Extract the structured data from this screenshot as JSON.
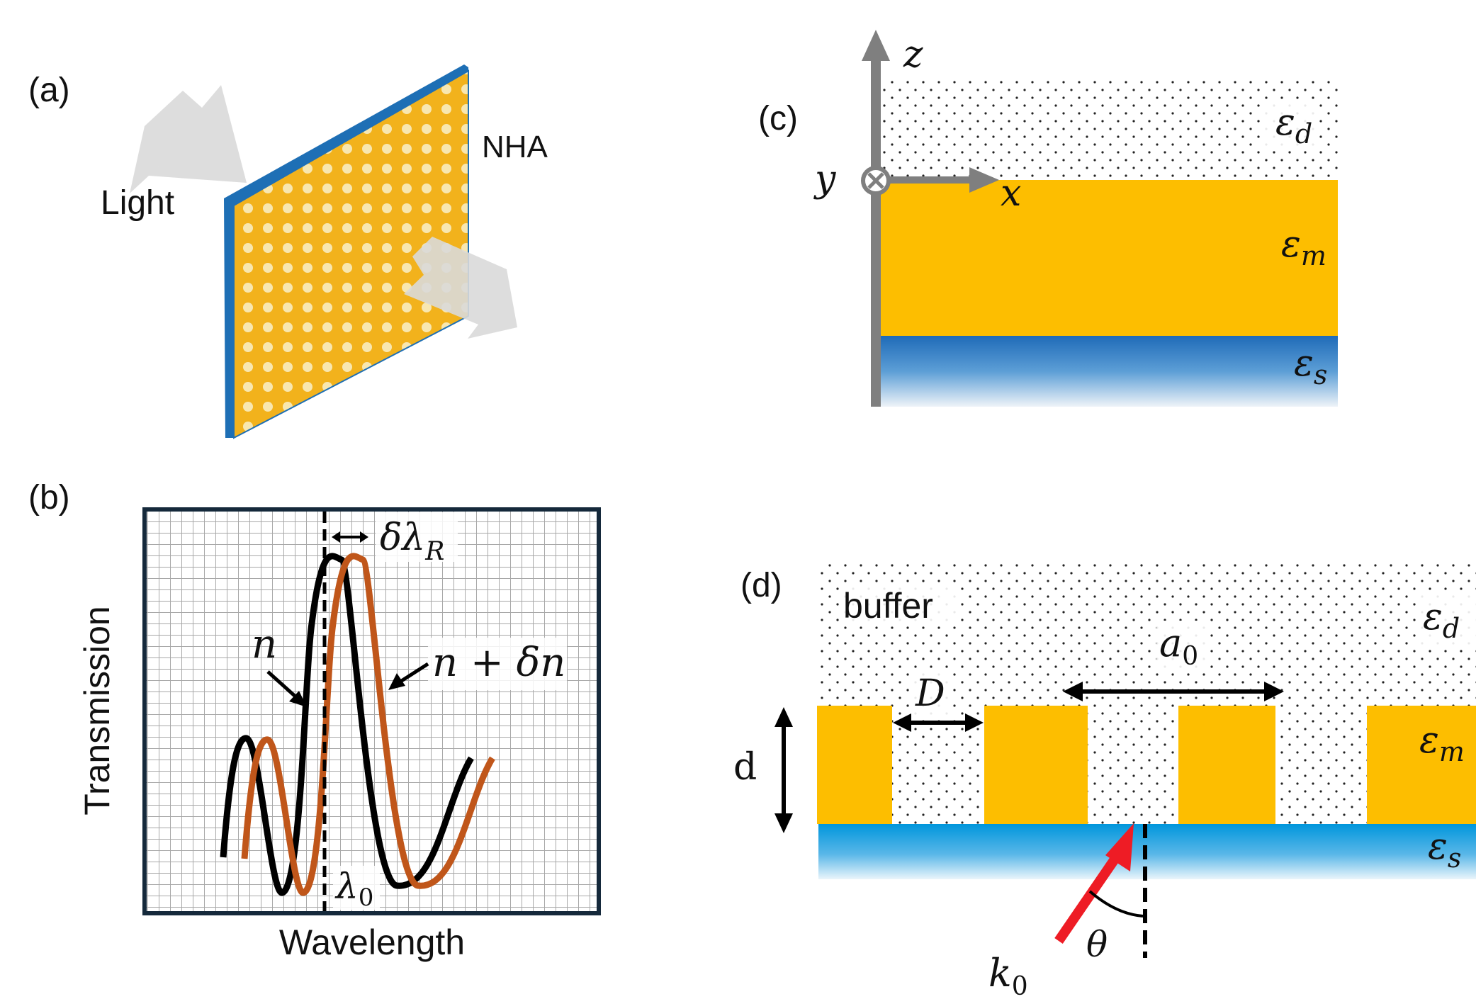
{
  "panel_a": {
    "label": "(a)",
    "light_label": "Light",
    "nha_label": "NHA"
  },
  "panel_b": {
    "label": "(b)",
    "xlabel": "Wavelength",
    "ylabel": "Transmission",
    "shift_symbol": "δλ",
    "shift_sub": "R",
    "curve_n_label": "n",
    "curve_n_dn_label": "n + δn",
    "lambda_symbol": "λ",
    "lambda_sub": "0"
  },
  "panel_c": {
    "label": "(c)",
    "axis_z": "z",
    "axis_x": "x",
    "axis_y": "y",
    "eps_d": "ε",
    "eps_d_sub": "d",
    "eps_m": "ε",
    "eps_m_sub": "m",
    "eps_s": "ε",
    "eps_s_sub": "s"
  },
  "panel_d": {
    "label": "(d)",
    "buffer_label": "buffer",
    "period_symbol": "a",
    "period_sub": "0",
    "hole_width": "D",
    "thickness": "d",
    "eps_d": "ε",
    "eps_d_sub": "d",
    "eps_m": "ε",
    "eps_m_sub": "m",
    "eps_s": "ε",
    "eps_s_sub": "s",
    "k_symbol": "k",
    "k_sub": "0",
    "angle": "θ"
  },
  "colors": {
    "gold": "#FDBE00",
    "substrate_blue": "#0096DC",
    "curve_black": "#000000",
    "curve_orange": "#C0561A",
    "incident_red": "#EE1C25",
    "axis_gray": "#7F7F7F"
  }
}
